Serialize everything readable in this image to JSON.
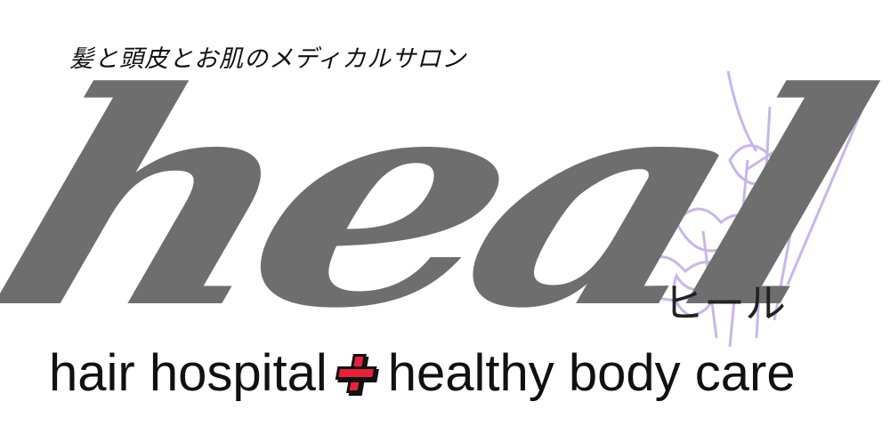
{
  "tagline": "髪と頭皮とお肌のメディカルサロン",
  "logo": {
    "wordmark": "heal",
    "kana": "ヒール",
    "color": "#6e6e6e",
    "flower_color": "#c9b6e8"
  },
  "subtitle": {
    "left": "hair hospital",
    "right": "healthy body care",
    "plus_color": "#e8223a"
  }
}
